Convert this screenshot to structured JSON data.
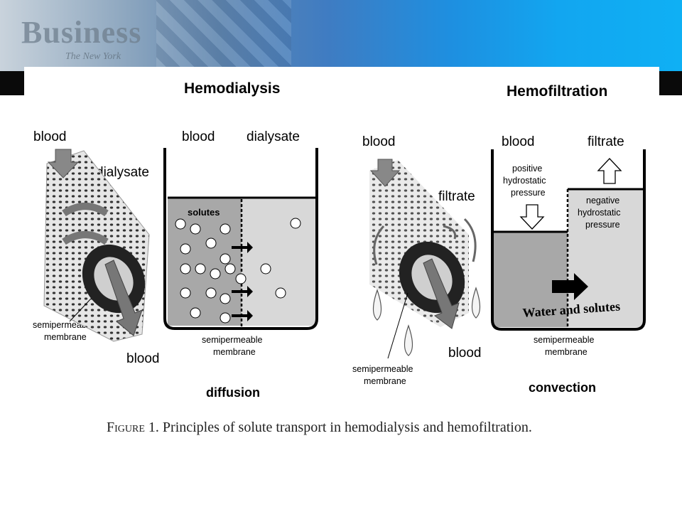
{
  "banner": {
    "word": "Business",
    "sub": "The New York"
  },
  "hemodialysis": {
    "title": "Hemodialysis",
    "label_blood_top": "blood",
    "label_dialysate_side": "dialysate",
    "label_blood_bottom": "blood",
    "label_membrane_l1": "semipermeable",
    "label_membrane_l2": "membrane",
    "beaker_blood": "blood",
    "beaker_dialysate": "dialysate",
    "solutes": "solutes",
    "beaker_membrane_l1": "semipermeable",
    "beaker_membrane_l2": "membrane",
    "mechanism": "diffusion"
  },
  "hemofiltration": {
    "title": "Hemofiltration",
    "label_blood_top": "blood",
    "label_filtrate_side": "filtrate",
    "label_blood_bottom": "blood",
    "label_membrane_l1": "semipermeable",
    "label_membrane_l2": "membrane",
    "beaker_blood": "blood",
    "beaker_filtrate": "filtrate",
    "positive_l1": "positive",
    "positive_l2": "hydrostatic",
    "positive_l3": "pressure",
    "negative_l1": "negative",
    "negative_l2": "hydrostatic",
    "negative_l3": "pressure",
    "flow_label": "Water and solutes",
    "beaker_membrane_l1": "semipermeable",
    "beaker_membrane_l2": "membrane",
    "mechanism": "convection"
  },
  "caption": {
    "prefix": "Figure 1.",
    "text": " Principles of solute transport in hemodialysis and hemofiltration."
  }
}
